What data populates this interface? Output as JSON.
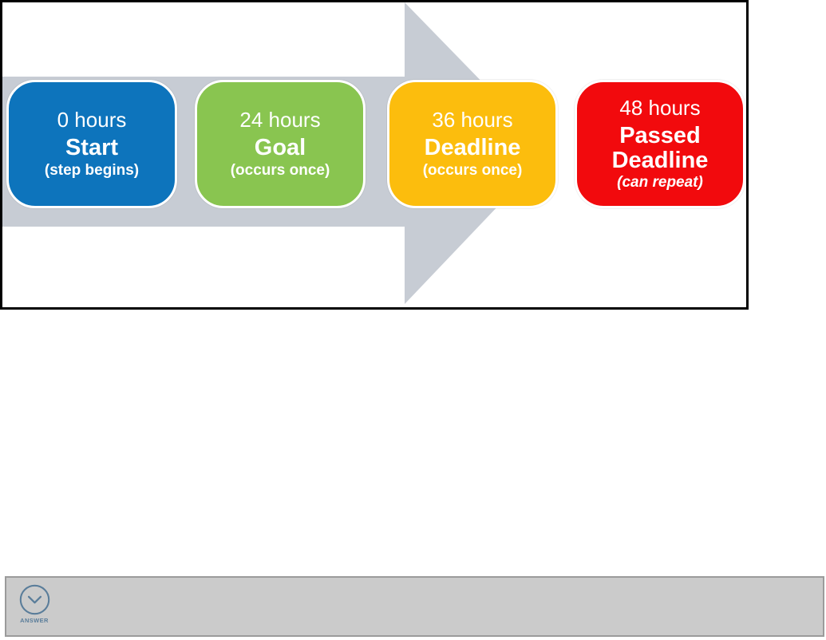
{
  "diagram": {
    "description": "timeline-arrow-diagram",
    "arrow_color": "#c7ccd4",
    "border_color": "#000000",
    "steps": [
      {
        "time": "0 hours",
        "label": "Start",
        "note": "(step begins)",
        "note_italic": false,
        "color": "#0d74bc"
      },
      {
        "time": "24 hours",
        "label": "Goal",
        "note": "(occurs once)",
        "note_italic": false,
        "color": "#89c550"
      },
      {
        "time": "36 hours",
        "label": "Deadline",
        "note": "(occurs once)",
        "note_italic": false,
        "color": "#fcbd0d"
      },
      {
        "time": "48 hours",
        "label": "Passed Deadline",
        "note": "(can repeat)",
        "note_italic": true,
        "color": "#f20a0d"
      }
    ]
  },
  "answer_bar": {
    "label": "ANSWER",
    "icon": "chevron-down-circle-icon",
    "accent_color": "#5a7d9a",
    "background": "#cbcbcb",
    "border_color": "#9b9b9b"
  }
}
